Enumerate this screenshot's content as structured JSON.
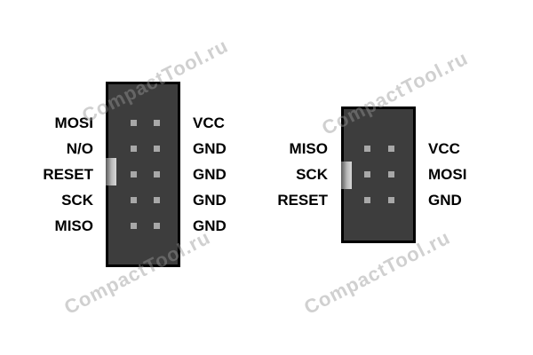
{
  "watermark_text": "CompactTool.ru",
  "connectors": [
    {
      "id": "isp10",
      "rows": 5,
      "left_labels": [
        "MOSI",
        "N/O",
        "RESET",
        "SCK",
        "MISO"
      ],
      "right_labels": [
        "VCC",
        "GND",
        "GND",
        "GND",
        "GND"
      ]
    },
    {
      "id": "isp6",
      "rows": 3,
      "left_labels": [
        "MISO",
        "SCK",
        "RESET"
      ],
      "right_labels": [
        "VCC",
        "MOSI",
        "GND"
      ]
    }
  ]
}
